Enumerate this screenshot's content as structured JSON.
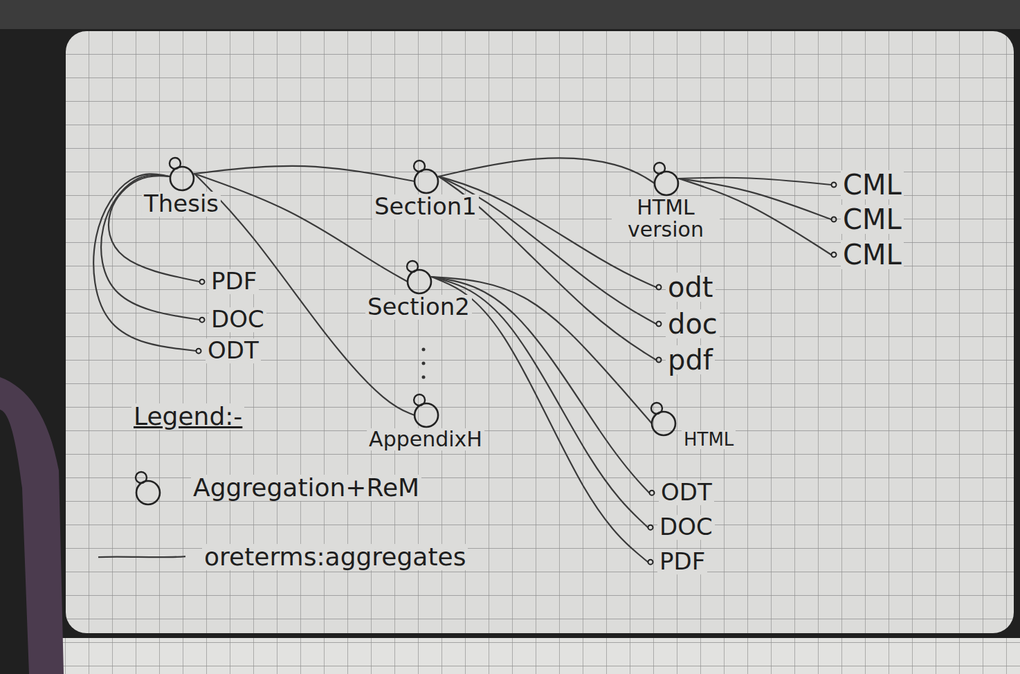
{
  "diagram": {
    "nodes": [
      {
        "text": [
          "Thesis"
        ]
      },
      {
        "text": [
          "Section1"
        ]
      },
      {
        "text": [
          "HTML version"
        ]
      },
      {
        "text": [
          "CML"
        ]
      },
      {
        "text": [
          "CML"
        ]
      },
      {
        "text": [
          "CML"
        ]
      },
      {
        "text": [
          "PDF"
        ]
      },
      {
        "text": [
          "DOC"
        ]
      },
      {
        "text": [
          "ODT"
        ]
      },
      {
        "text": [
          "Section2"
        ]
      },
      {
        "text": [
          "odt"
        ]
      },
      {
        "text": [
          "doc"
        ]
      },
      {
        "text": [
          "pdf"
        ]
      },
      {
        "text": [
          "AppendixH"
        ]
      },
      {
        "text": [
          "HTML"
        ]
      },
      {
        "text": [
          "ODT"
        ]
      },
      {
        "text": [
          "DOC"
        ]
      },
      {
        "text": [
          "PDF"
        ]
      }
    ],
    "edges": [
      {
        "from": 0,
        "to": 1,
        "arrow": "none"
      },
      {
        "from": 0,
        "to": 6,
        "arrow": "none"
      },
      {
        "from": 0,
        "to": 7,
        "arrow": "none"
      },
      {
        "from": 0,
        "to": 8,
        "arrow": "none"
      },
      {
        "from": 0,
        "to": 9,
        "arrow": "none"
      },
      {
        "from": 0,
        "to": 13,
        "arrow": "none"
      },
      {
        "from": 1,
        "to": 2,
        "arrow": "none"
      },
      {
        "from": 1,
        "to": 10,
        "arrow": "none"
      },
      {
        "from": 1,
        "to": 11,
        "arrow": "none"
      },
      {
        "from": 1,
        "to": 12,
        "arrow": "none"
      },
      {
        "from": 2,
        "to": 3,
        "arrow": "none"
      },
      {
        "from": 2,
        "to": 4,
        "arrow": "none"
      },
      {
        "from": 2,
        "to": 5,
        "arrow": "none"
      },
      {
        "from": 9,
        "to": 14,
        "arrow": "none"
      },
      {
        "from": 9,
        "to": 15,
        "arrow": "none"
      },
      {
        "from": 9,
        "to": 16,
        "arrow": "none"
      },
      {
        "from": 9,
        "to": 17,
        "arrow": "none"
      }
    ],
    "labels": [
      "Legend:-"
    ],
    "legend": [
      {
        "text": "Aggregation+ReM"
      },
      {
        "text": "oreterms:aggregates"
      }
    ]
  }
}
